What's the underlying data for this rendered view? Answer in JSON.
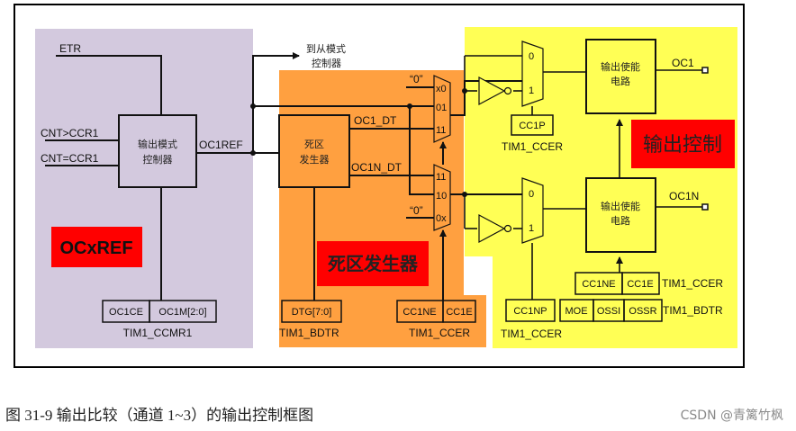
{
  "figure": {
    "caption": "图 31-9 输出比较（通道 1~3）的输出控制框图",
    "watermark": "CSDN @青篱竹枫"
  },
  "colors": {
    "ocxref_region": "#d3c9de",
    "deadtime_region": "#ffa040",
    "output_region": "#ffff55",
    "highlight_label": "#ff0000",
    "line": "#111111"
  },
  "regions": {
    "ocxref": {
      "label": "OCxREF"
    },
    "deadtime": {
      "label": "死区发生器"
    },
    "output": {
      "label": "输出控制"
    }
  },
  "signals": {
    "etr": "ETR",
    "cnt_gt": "CNT>CCR1",
    "cnt_eq": "CNT=CCR1",
    "oc1ref": "OC1REF",
    "to_slave_line1": "到从模式",
    "to_slave_line2": "控制器",
    "oc1_dt": "OC1_DT",
    "oc1n_dt": "OC1N_DT",
    "zero_top": "“0”",
    "zero_bottom": "“0”",
    "oc1": "OC1",
    "oc1n": "OC1N"
  },
  "blocks": {
    "output_mode_controller": {
      "line1": "输出模式",
      "line2": "控制器"
    },
    "deadtime_generator": {
      "line1": "死区",
      "line2": "发生器"
    },
    "output_enable_top": {
      "line1": "输出使能",
      "line2": "电路"
    },
    "output_enable_bottom": {
      "line1": "输出使能",
      "line2": "电路"
    }
  },
  "mux_inputs": {
    "top": [
      "x0",
      "01",
      "11"
    ],
    "bottom": [
      "11",
      "10",
      "0x"
    ],
    "pol_top": [
      "0",
      "1"
    ],
    "pol_bottom": [
      "0",
      "1"
    ]
  },
  "registers": {
    "ccmr1": {
      "fields": [
        "OC1CE",
        "OC1M[2:0]"
      ],
      "name": "TIM1_CCMR1"
    },
    "bdtr_dtg": {
      "fields": [
        "DTG[7:0]"
      ],
      "name": "TIM1_BDTR"
    },
    "ccer_mux": {
      "fields": [
        "CC1NE",
        "CC1E"
      ],
      "name": "TIM1_CCER"
    },
    "ccer_cc1p": {
      "fields": [
        "CC1P"
      ],
      "name": "TIM1_CCER"
    },
    "ccer_cc1np": {
      "fields": [
        "CC1NP"
      ],
      "name": "TIM1_CCER"
    },
    "ccer_enable": {
      "fields": [
        "CC1NE",
        "CC1E"
      ],
      "name": "TIM1_CCER"
    },
    "bdtr_enable": {
      "fields": [
        "MOE",
        "OSSI",
        "OSSR"
      ],
      "name": "TIM1_BDTR"
    }
  }
}
